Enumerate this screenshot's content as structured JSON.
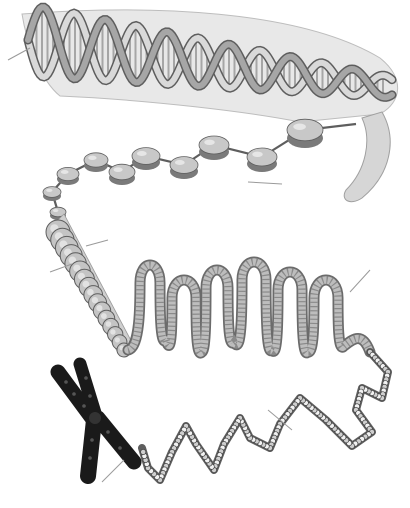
{
  "diagram": {
    "colors": {
      "background": "#ffffff",
      "helix_light": "#d9d9d9",
      "helix_mid": "#a6a6a6",
      "helix_dark": "#5e5e5e",
      "nucleosome_light": "#c8c8c8",
      "nucleosome_dark": "#7a7a7a",
      "fiber": "#bdbdbd",
      "fiber_edge": "#6b6b6b",
      "chromosome": "#1a1a1a",
      "leader": "#9a9a9a",
      "shadow": "#cfcfcf"
    },
    "parts": [
      {
        "id": "dna-double-helix",
        "icon": "double-helix"
      },
      {
        "id": "nucleosome-beads",
        "icon": "beads-on-string"
      },
      {
        "id": "chromatin-fiber-coil",
        "icon": "coiled-fiber"
      },
      {
        "id": "looped-chromatin-fiber",
        "icon": "looped-fiber"
      },
      {
        "id": "condensed-chromatin-strand",
        "icon": "beaded-coil"
      },
      {
        "id": "metaphase-chromosome",
        "icon": "x-chromosome"
      }
    ]
  }
}
